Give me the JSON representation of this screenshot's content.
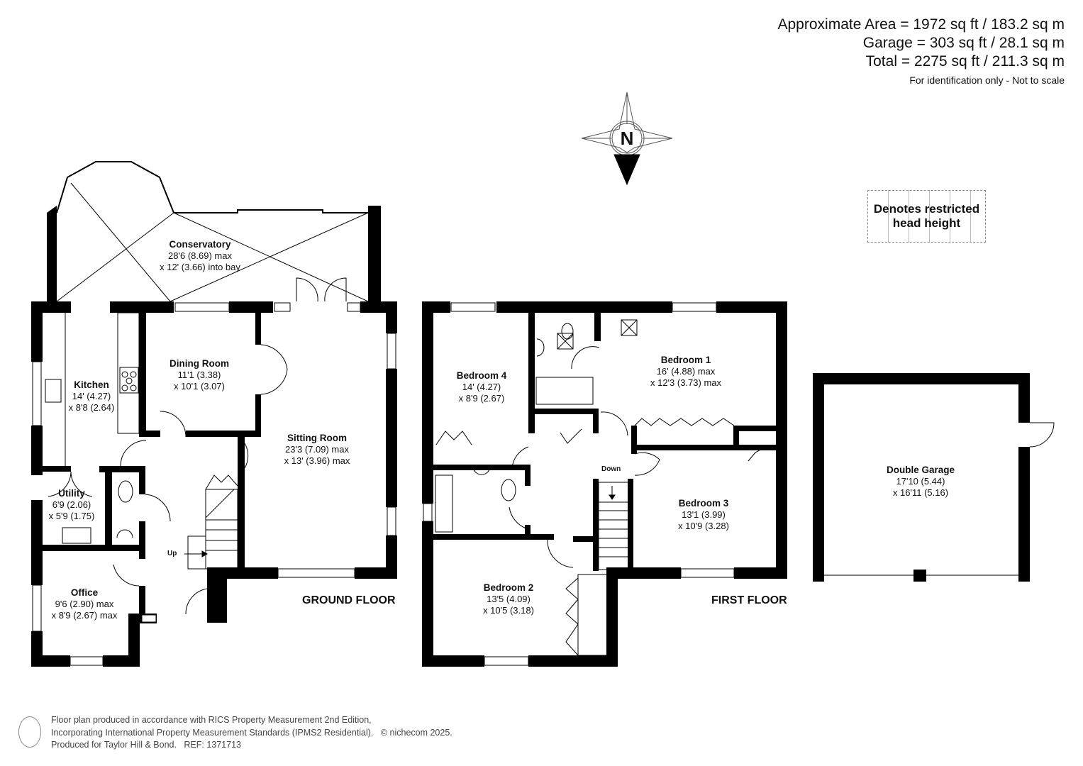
{
  "area_summary": {
    "approximate_area": "Approximate Area = 1972 sq ft / 183.2 sq m",
    "garage": "Garage = 303 sq ft / 28.1 sq m",
    "total": "Total = 2275 sq ft / 211.3 sq m",
    "note": "For identification only - Not to scale"
  },
  "compass": {
    "label": "N",
    "icon": "compass-north-icon"
  },
  "legend": {
    "line1": "Denotes restricted",
    "line2": "head height"
  },
  "ground_floor": {
    "title": "GROUND FLOOR",
    "stairs_label": "Up",
    "rooms": [
      {
        "name": "Conservatory",
        "dim1": "28'6 (8.69) max",
        "dim2": "x 12' (3.66) into bay"
      },
      {
        "name": "Kitchen",
        "dim1": "14' (4.27)",
        "dim2": "x 8'8 (2.64)"
      },
      {
        "name": "Dining Room",
        "dim1": "11'1 (3.38)",
        "dim2": "x 10'1 (3.07)"
      },
      {
        "name": "Sitting Room",
        "dim1": "23'3 (7.09) max",
        "dim2": "x 13' (3.96) max"
      },
      {
        "name": "Utility",
        "dim1": "6'9 (2.06)",
        "dim2": "x 5'9 (1.75)"
      },
      {
        "name": "Office",
        "dim1": "9'6 (2.90) max",
        "dim2": "x 8'9 (2.67) max"
      }
    ]
  },
  "first_floor": {
    "title": "FIRST FLOOR",
    "stairs_label": "Down",
    "rooms": [
      {
        "name": "Bedroom 4",
        "dim1": "14' (4.27)",
        "dim2": "x 8'9 (2.67)"
      },
      {
        "name": "Bedroom 1",
        "dim1": "16' (4.88) max",
        "dim2": "x 12'3 (3.73) max"
      },
      {
        "name": "Bedroom 3",
        "dim1": "13'1 (3.99)",
        "dim2": "x 10'9 (3.28)"
      },
      {
        "name": "Bedroom 2",
        "dim1": "13'5 (4.09)",
        "dim2": "x 10'5 (3.18)"
      }
    ]
  },
  "garage": {
    "name": "Double Garage",
    "dim1": "17'10 (5.44)",
    "dim2": "x 16'11 (5.16)"
  },
  "footer": {
    "line1": "Floor plan produced in accordance with RICS Property Measurement 2nd Edition,",
    "line2": "Incorporating International Property Measurement Standards (IPMS2 Residential).",
    "copyright": "© nichecom 2025.",
    "line3": "Produced for Taylor Hill & Bond.",
    "ref": "REF: 1371713"
  }
}
